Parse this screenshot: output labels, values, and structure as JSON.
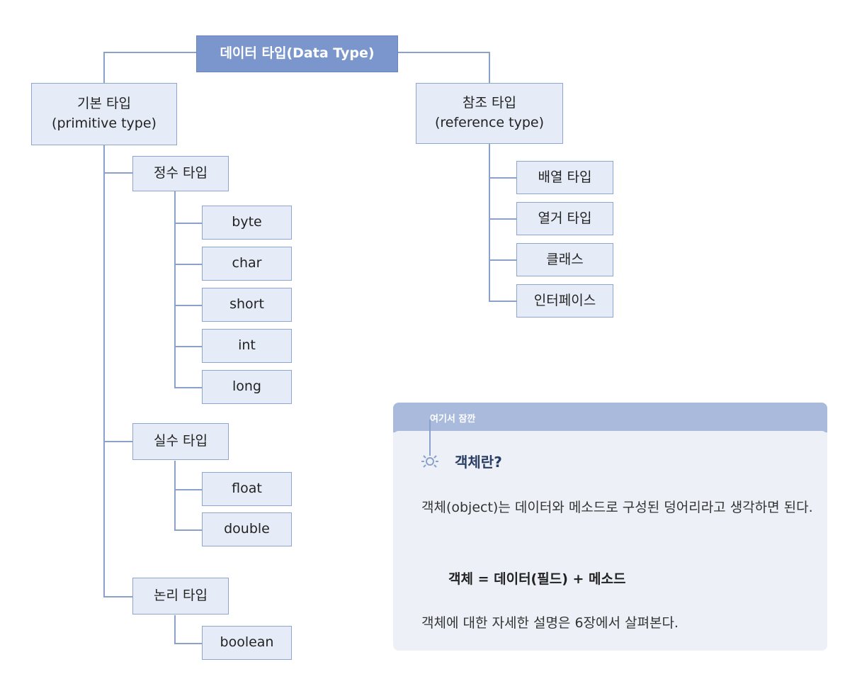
{
  "diagram": {
    "root": "데이터 타입(Data Type)",
    "primitive": {
      "title": "기본 타입",
      "subtitle": "(primitive type)"
    },
    "reference": {
      "title": "참조 타입",
      "subtitle": "(reference type)"
    },
    "integer": {
      "label": "정수 타입",
      "items": [
        "byte",
        "char",
        "short",
        "int",
        "long"
      ]
    },
    "real": {
      "label": "실수 타입",
      "items": [
        "float",
        "double"
      ]
    },
    "logic": {
      "label": "논리 타입",
      "items": [
        "boolean"
      ]
    },
    "ref_items": [
      "배열 타입",
      "열거 타입",
      "클래스",
      "인터페이스"
    ]
  },
  "note": {
    "tag": "여기서 잠깐",
    "title": "객체란?",
    "paragraph": "객체(object)는 데이터와 메소드로 구성된 덩어리라고 생각하면 된다.",
    "formula": "객체 = 데이터(필드) + 메소드",
    "footer": "객체에 대한 자세한 설명은 6장에서 살펴본다.",
    "icon": "lightbulb-icon",
    "colors": {
      "accent": "#7b96cc",
      "box_fill": "#e6ecf7",
      "line": "#8aa1cb"
    }
  }
}
